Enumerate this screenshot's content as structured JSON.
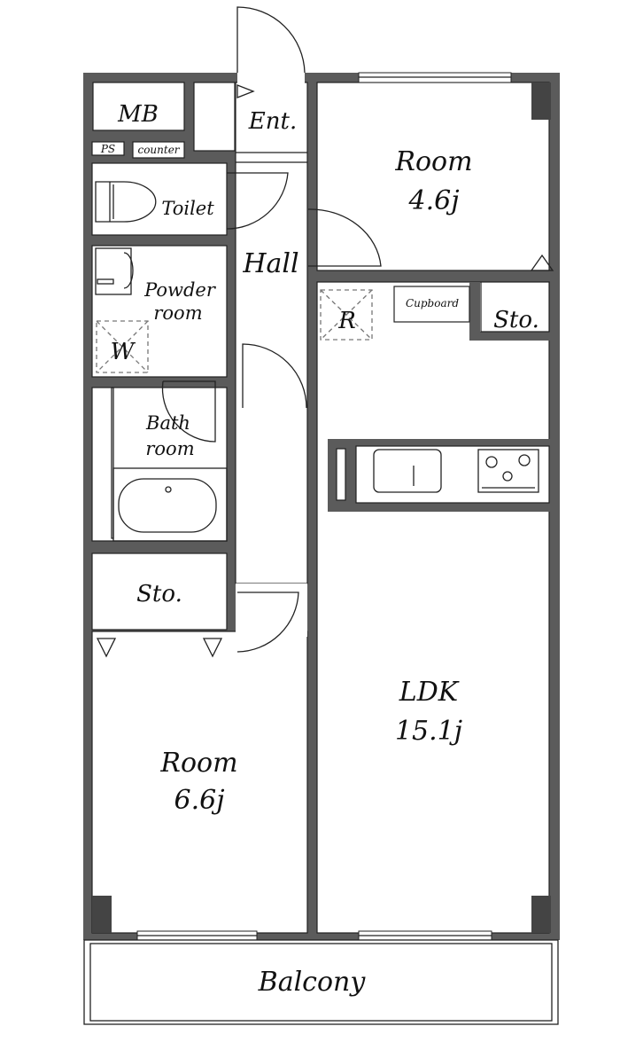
{
  "plan": {
    "rooms": {
      "mb": "MB",
      "ps": "PS",
      "counter": "counter",
      "entrance": "Ent.",
      "toilet": "Toilet",
      "hall": "Hall",
      "powder_room_line1": "Powder",
      "powder_room_line2": "room",
      "washer": "W",
      "bath_line1": "Bath",
      "bath_line2": "room",
      "storage_left": "Sto.",
      "room_north_name": "Room",
      "room_north_size": "4.6j",
      "refrigerator": "R",
      "cupboard": "Cupboard",
      "storage_right": "Sto.",
      "ldk_name": "LDK",
      "ldk_size": "15.1j",
      "room_south_name": "Room",
      "room_south_size": "6.6j",
      "balcony": "Balcony"
    }
  }
}
